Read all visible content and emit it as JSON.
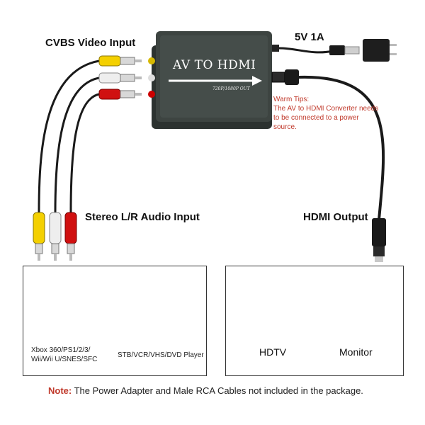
{
  "converter": {
    "title": "AV TO HDMI",
    "subtitle": "720P/1080P OUT"
  },
  "labels": {
    "cvbs_video_input": "CVBS Video Input",
    "power": "5V 1A",
    "stereo_audio_input": "Stereo L/R Audio Input",
    "hdmi_output": "HDMI Output"
  },
  "warm_tips": {
    "title": "Warm Tips:",
    "body": "The AV to HDMI Converter needs to be connected to a power source."
  },
  "sources": {
    "console": "Xbox 360/PS1/2/3/ Wii/Wii U/SNES/SFC",
    "player": "STB/VCR/VHS/DVD Player"
  },
  "displays": {
    "hdtv": "HDTV",
    "monitor": "Monitor"
  },
  "note": {
    "key": "Note:",
    "text": "The Power Adapter and Male RCA Cables not included in the package."
  },
  "colors": {
    "converter_body": "#3d4441",
    "rca_yellow": "#f4d000",
    "rca_white": "#eeeeee",
    "rca_red": "#d01010",
    "cable": "#1a1a1a",
    "tips_red": "#c0392b"
  }
}
